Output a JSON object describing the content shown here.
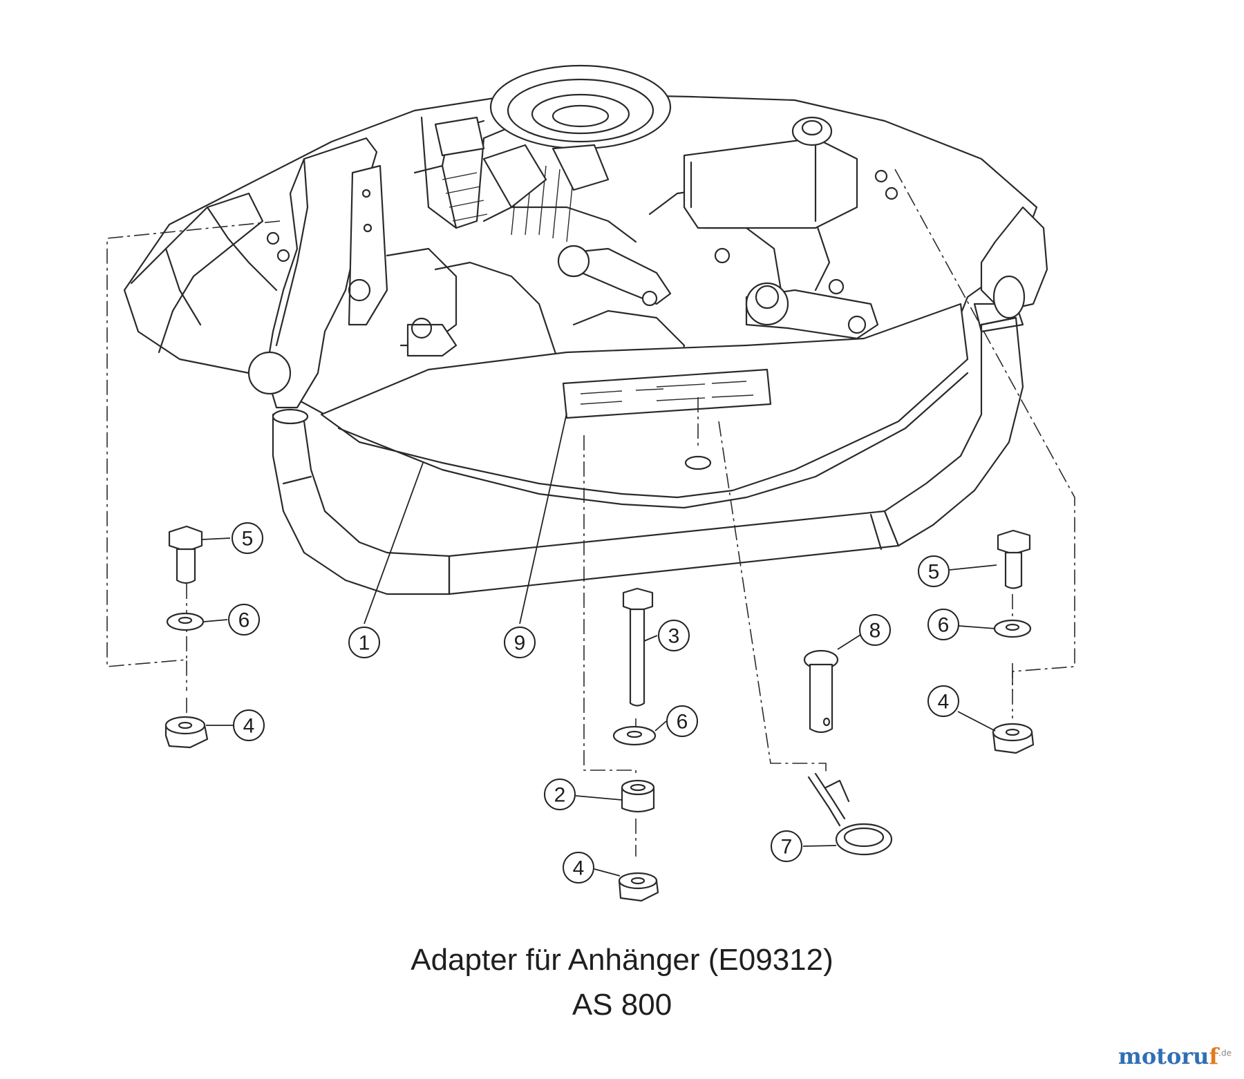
{
  "caption": {
    "title": "Adapter für Anhänger (E09312)",
    "model": "AS 800"
  },
  "callouts": [
    {
      "id": "c1",
      "label": "1"
    },
    {
      "id": "c9",
      "label": "9"
    },
    {
      "id": "c3",
      "label": "3"
    },
    {
      "id": "c8",
      "label": "8"
    },
    {
      "id": "c5a",
      "label": "5"
    },
    {
      "id": "c6a",
      "label": "6"
    },
    {
      "id": "c4a",
      "label": "4"
    },
    {
      "id": "c6b",
      "label": "6"
    },
    {
      "id": "c2",
      "label": "2"
    },
    {
      "id": "c4b",
      "label": "4"
    },
    {
      "id": "c7",
      "label": "7"
    },
    {
      "id": "c5b",
      "label": "5"
    },
    {
      "id": "c6c",
      "label": "6"
    },
    {
      "id": "c4c",
      "label": "4"
    }
  ],
  "watermark": {
    "text_a": "motoru",
    "text_b": "f",
    "text_c": ".de"
  },
  "colors": {
    "line": "#2a2a2a",
    "watermark_blue": "#2f6fb5",
    "watermark_orange": "#e07a1f"
  }
}
